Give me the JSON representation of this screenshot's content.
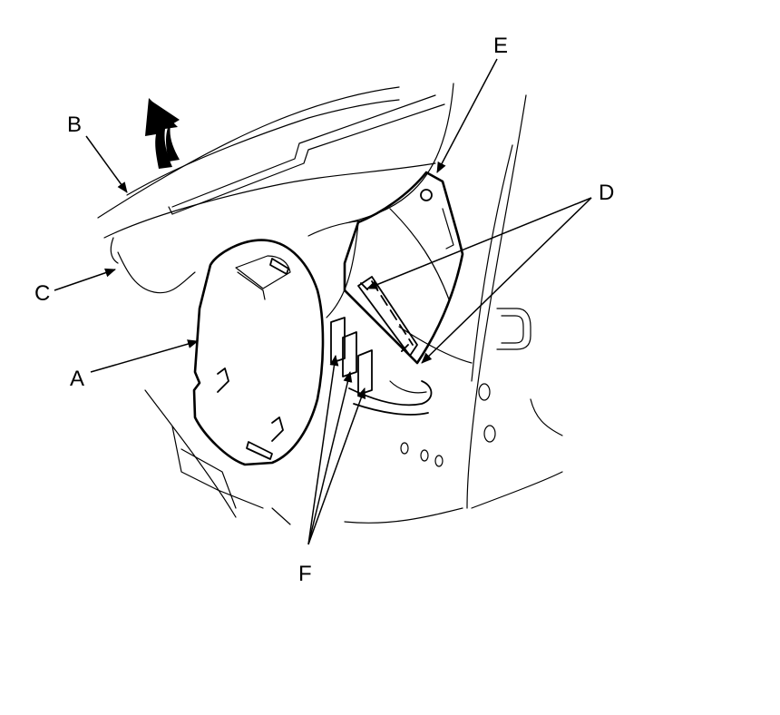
{
  "labels": {
    "a": "A",
    "b": "B",
    "c": "C",
    "d": "D",
    "e": "E",
    "f": "F"
  },
  "colors": {
    "line": "#000000",
    "background": "#ffffff"
  }
}
